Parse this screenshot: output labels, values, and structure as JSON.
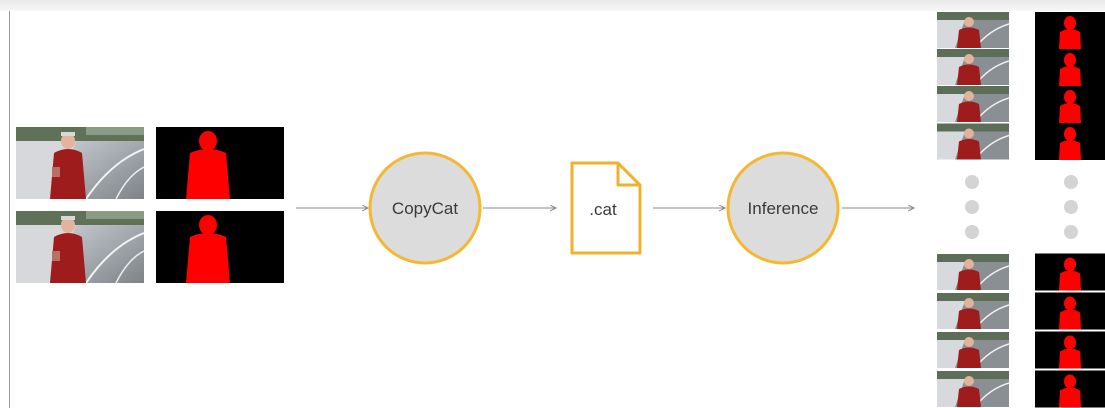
{
  "nodes": {
    "copycat": {
      "label": "CopyCat"
    },
    "file": {
      "label": ".cat"
    },
    "inference": {
      "label": "Inference"
    }
  },
  "colors": {
    "node_fill": "#dcdcdc",
    "node_stroke": "#f5b730",
    "mask_red": "#ff0000",
    "mask_bg": "#000000",
    "arrow": "#888888",
    "dot": "#d4d4d4"
  },
  "output": {
    "top_frames": 4,
    "bottom_frames": 4,
    "ellipsis_dots": 3
  }
}
